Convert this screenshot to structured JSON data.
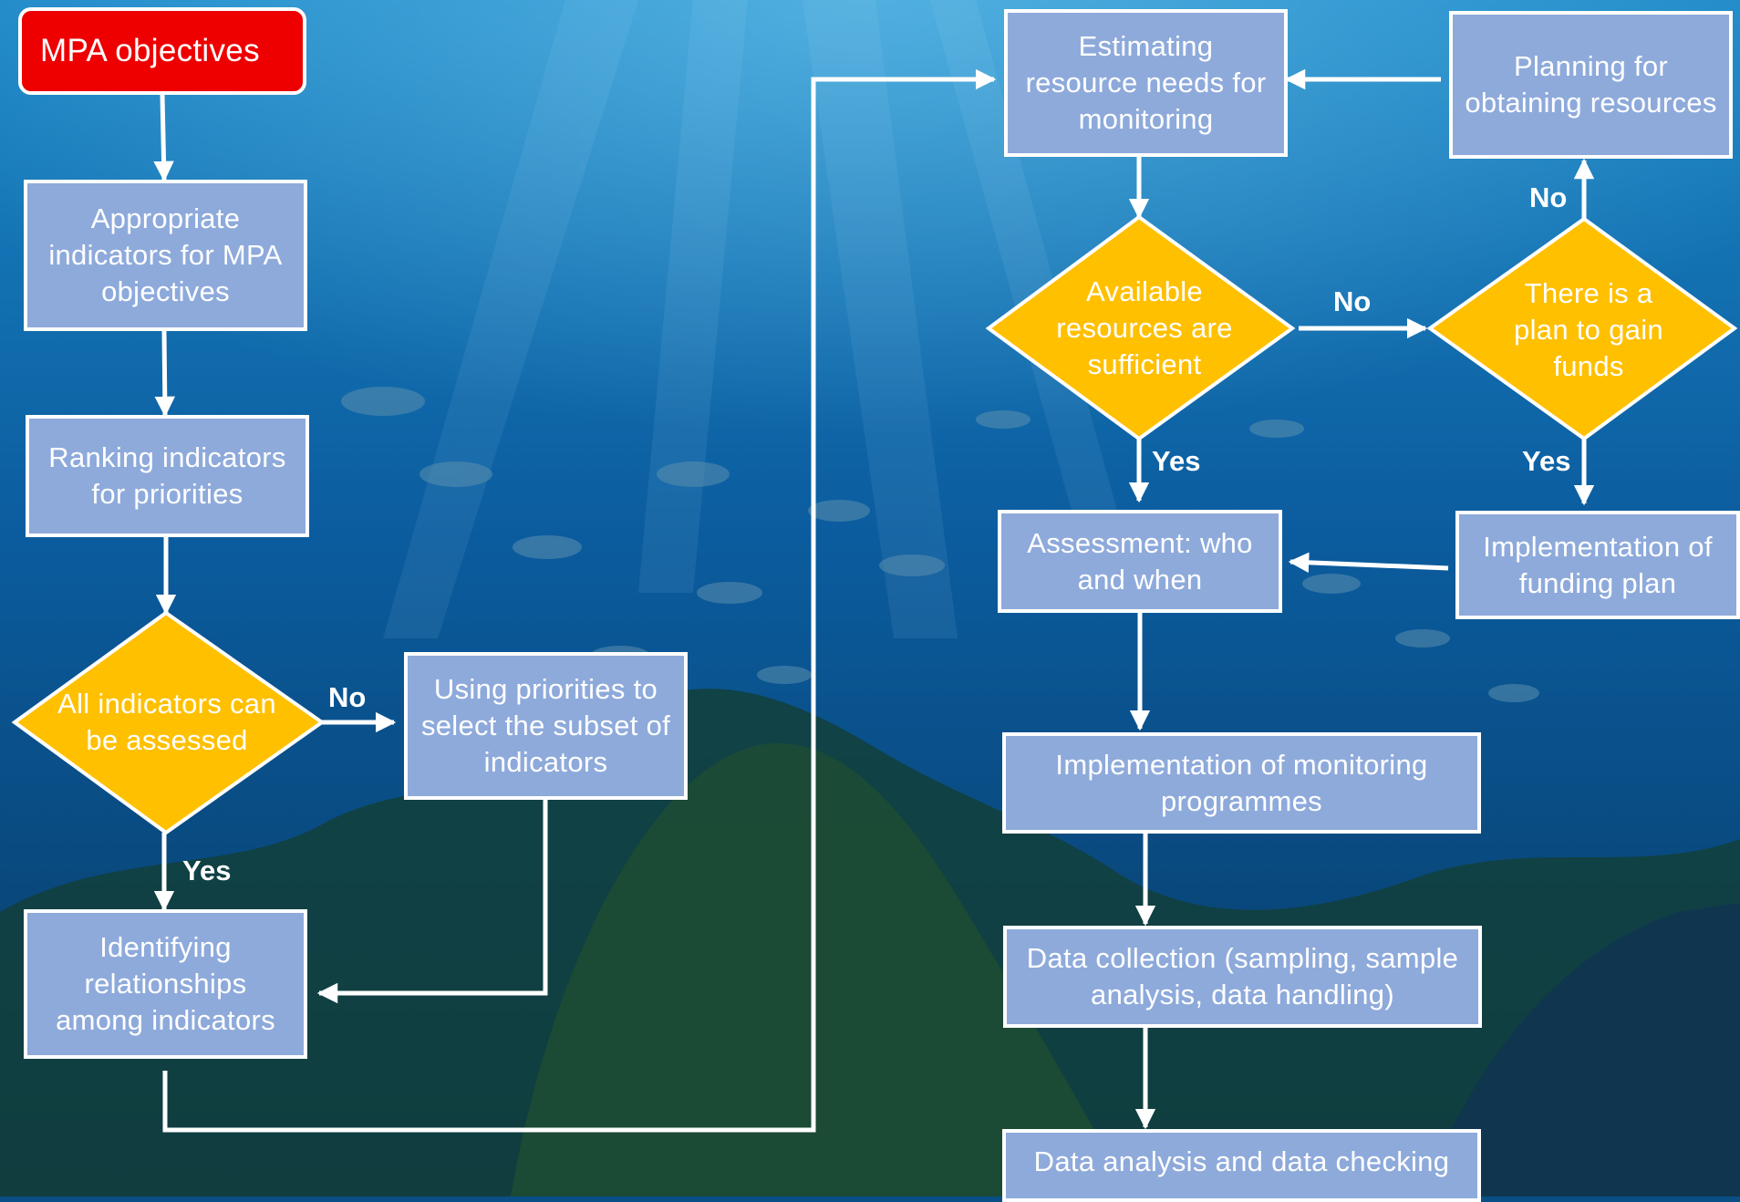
{
  "palette": {
    "box_fill": "#8eaadb",
    "start_fill": "#ee0000",
    "decision_fill": "#ffc000",
    "line": "#ffffff",
    "water_top": "#1a86c6",
    "water_bottom": "#073760"
  },
  "nodes": {
    "mpa_objectives": "MPA objectives",
    "appropriate_indicators": "Appropriate\nindicators for MPA\nobjectives",
    "ranking_indicators": "Ranking indicators\nfor priorities",
    "all_indicators_assessed": "All indicators can\nbe assessed",
    "using_priorities": "Using priorities to\nselect the subset of\nindicators",
    "identifying_relationships": "Identifying\nrelationships\namong indicators",
    "estimating_resource_needs": "Estimating\nresource needs for\nmonitoring",
    "planning_obtaining_resources": "Planning for\nobtaining resources",
    "available_resources_sufficient": "Available\nresources are\nsufficient",
    "plan_to_gain_funds": "There is a\nplan to gain\nfunds",
    "assessment_who_when": "Assessment: who\nand when",
    "implementation_funding_plan": "Implementation of\nfunding plan",
    "implementation_monitoring": "Implementation of monitoring\nprogrammes",
    "data_collection": "Data collection (sampling, sample\nanalysis, data handling)",
    "data_analysis": "Data analysis and data checking"
  },
  "edge_labels": {
    "indicators_no": "No",
    "indicators_yes": "Yes",
    "resources_no": "No",
    "resources_yes": "Yes",
    "funds_no": "No",
    "funds_yes": "Yes"
  }
}
